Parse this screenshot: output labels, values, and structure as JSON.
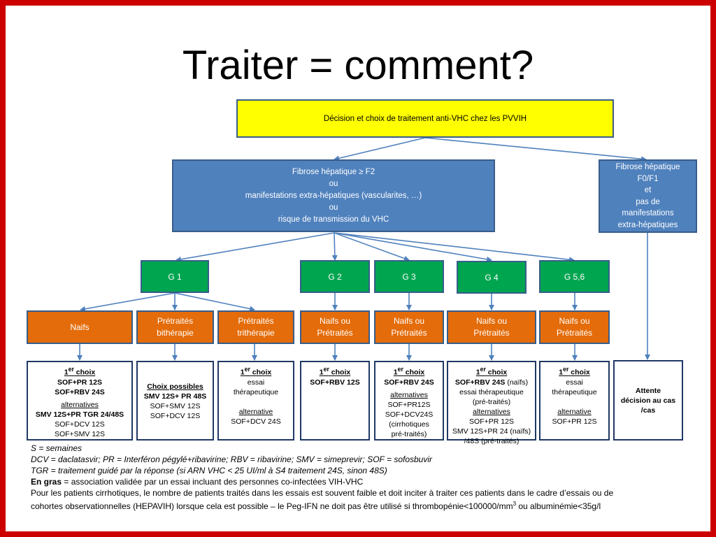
{
  "title": "Traiter = comment?",
  "top_box": "Décision et choix de traitement anti-VHC chez les PVVIH",
  "left_main": {
    "l1": "Fibrose hépatique  ≥ F2",
    "l2": "ou",
    "l3": "manifestations extra-hépatiques (vascularites, …)",
    "l4": "ou",
    "l5": "risque de transmission du VHC"
  },
  "right_main": {
    "l1": "Fibrose hépatique",
    "l2": "F0/F1",
    "l3": "et",
    "l4": "pas de",
    "l5": "manifestations",
    "l6": "extra-hépatiques"
  },
  "genotypes": [
    "G 1",
    "G 2",
    "G 3",
    "G 4",
    "G 5,6"
  ],
  "categories": {
    "c1": "Naifs",
    "c2a": "Prétraités",
    "c2b": "bithérapie",
    "c3a": "Prétraités",
    "c3b": "trithérapie",
    "c4a": "Naifs ou",
    "c4b": "Prétraités",
    "c5a": "Naifs ou",
    "c5b": "Prétraités",
    "c6a": "Naifs ou",
    "c6b": "Prétraités",
    "c7a": "Naifs ou",
    "c7b": "Prétraités"
  },
  "treatments": {
    "t1": {
      "choice_num": "1",
      "choice_sup": "er",
      "choice_word": " choix",
      "l1": "SOF+PR 12S",
      "l2": "SOF+RBV 24S",
      "alt": "alternatives",
      "l3": "SMV 12S+PR TGR 24/48S",
      "l4": "SOF+DCV 12S",
      "l5": "SOF+SMV 12S"
    },
    "t2": {
      "choice": "Choix possibles",
      "l1": "SMV 12S+ PR 48S",
      "l2": "SOF+SMV 12S",
      "l3": "SOF+DCV 12S"
    },
    "t3": {
      "choice_num": "1",
      "choice_sup": "er",
      "choice_word": " choix",
      "l1": "essai",
      "l2": "thérapeutique",
      "alt": "alternative",
      "l3": "SOF+DCV 24S"
    },
    "t4": {
      "choice_num": "1",
      "choice_sup": "er",
      "choice_word": " choix",
      "l1": "SOF+RBV 12S"
    },
    "t5": {
      "choice_num": "1",
      "choice_sup": "er",
      "choice_word": " choix",
      "l1": "SOF+RBV 24S",
      "alt": "alternatives",
      "l2": "SOF+PR12S",
      "l3": "SOF+DCV24S",
      "l4": "(cirrhotiques",
      "l5": "pré-traités)"
    },
    "t6": {
      "choice_num": "1",
      "choice_sup": "er",
      "choice_word": " choix",
      "l1b": "SOF+RBV 24S",
      "l1n": " (naïfs)",
      "l2": "essai thérapeutique",
      "l3": "(pré-traités)",
      "alt": "alternatives",
      "l4": "SOF+PR 12S",
      "l5": "SMV 12S+PR 24 (naïfs)",
      "l6": "/48S (pré-traités)"
    },
    "t7": {
      "choice_num": "1",
      "choice_sup": "er",
      "choice_word": " choix",
      "l1": "essai",
      "l2": "thérapeutique",
      "alt": "alternative",
      "l3": "SOF+PR 12S"
    },
    "t8": {
      "l1": "Attente",
      "l2": "décision au  cas",
      "l3": "/cas"
    }
  },
  "notes": {
    "n1": "S = semaines",
    "n2": "DCV = daclatasvir; PR = Interféron pégylé+ribavirine; RBV = ribavirine; SMV = simeprevir; SOF = sofosbuvir",
    "n3": "TGR = traitement guidé par la réponse (si ARN VHC < 25 UI/ml à S4 traitement 24S, sinon 48S)",
    "n4_bold": "En gras",
    "n4_rest": " = association validée par un essai incluant des personnes co-infectées VIH-VHC",
    "n5": "Pour les patients cirrhotiques, le nombre de patients traités dans les essais est souvent faible et doit inciter à traiter ces patients dans le cadre d’essais ou de",
    "n6a": "cohortes observationnelles (HEPAVIH) lorsque cela est possible – le Peg-IFN ne doit pas être utilisé si thrombopénie<100000/mm",
    "n6sup": "3",
    "n6b": " ou albuminémie<35g/l"
  },
  "colors": {
    "border": "#cc0000",
    "blue": "#4f81bd",
    "green": "#00a550",
    "orange": "#e46c0a",
    "yellow": "#ffff00",
    "arrow": "#4f81bd"
  }
}
